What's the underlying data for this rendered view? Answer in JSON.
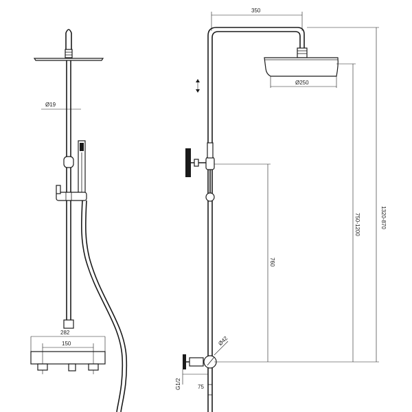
{
  "dimensions": {
    "rail_diameter": "Ø19",
    "mixer_width": "282",
    "mixer_centres": "150",
    "arm_reach": "350",
    "head_diameter": "Ø250",
    "total_height": "1320-870",
    "head_height": "750-1200",
    "holder_height": "760",
    "knob_diameter": "Ø42",
    "thread": "G1/2",
    "wall_offset": "75"
  },
  "colors": {
    "line": "#1a1a1a",
    "background": "#ffffff"
  }
}
